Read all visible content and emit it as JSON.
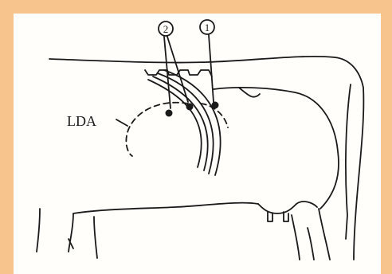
{
  "colors": {
    "frame": "#f6c48c",
    "panel": "#fffefb",
    "ink": "#1a1a1a"
  },
  "labels": {
    "region": "LDA",
    "point_1": "1",
    "point_2": "2"
  }
}
